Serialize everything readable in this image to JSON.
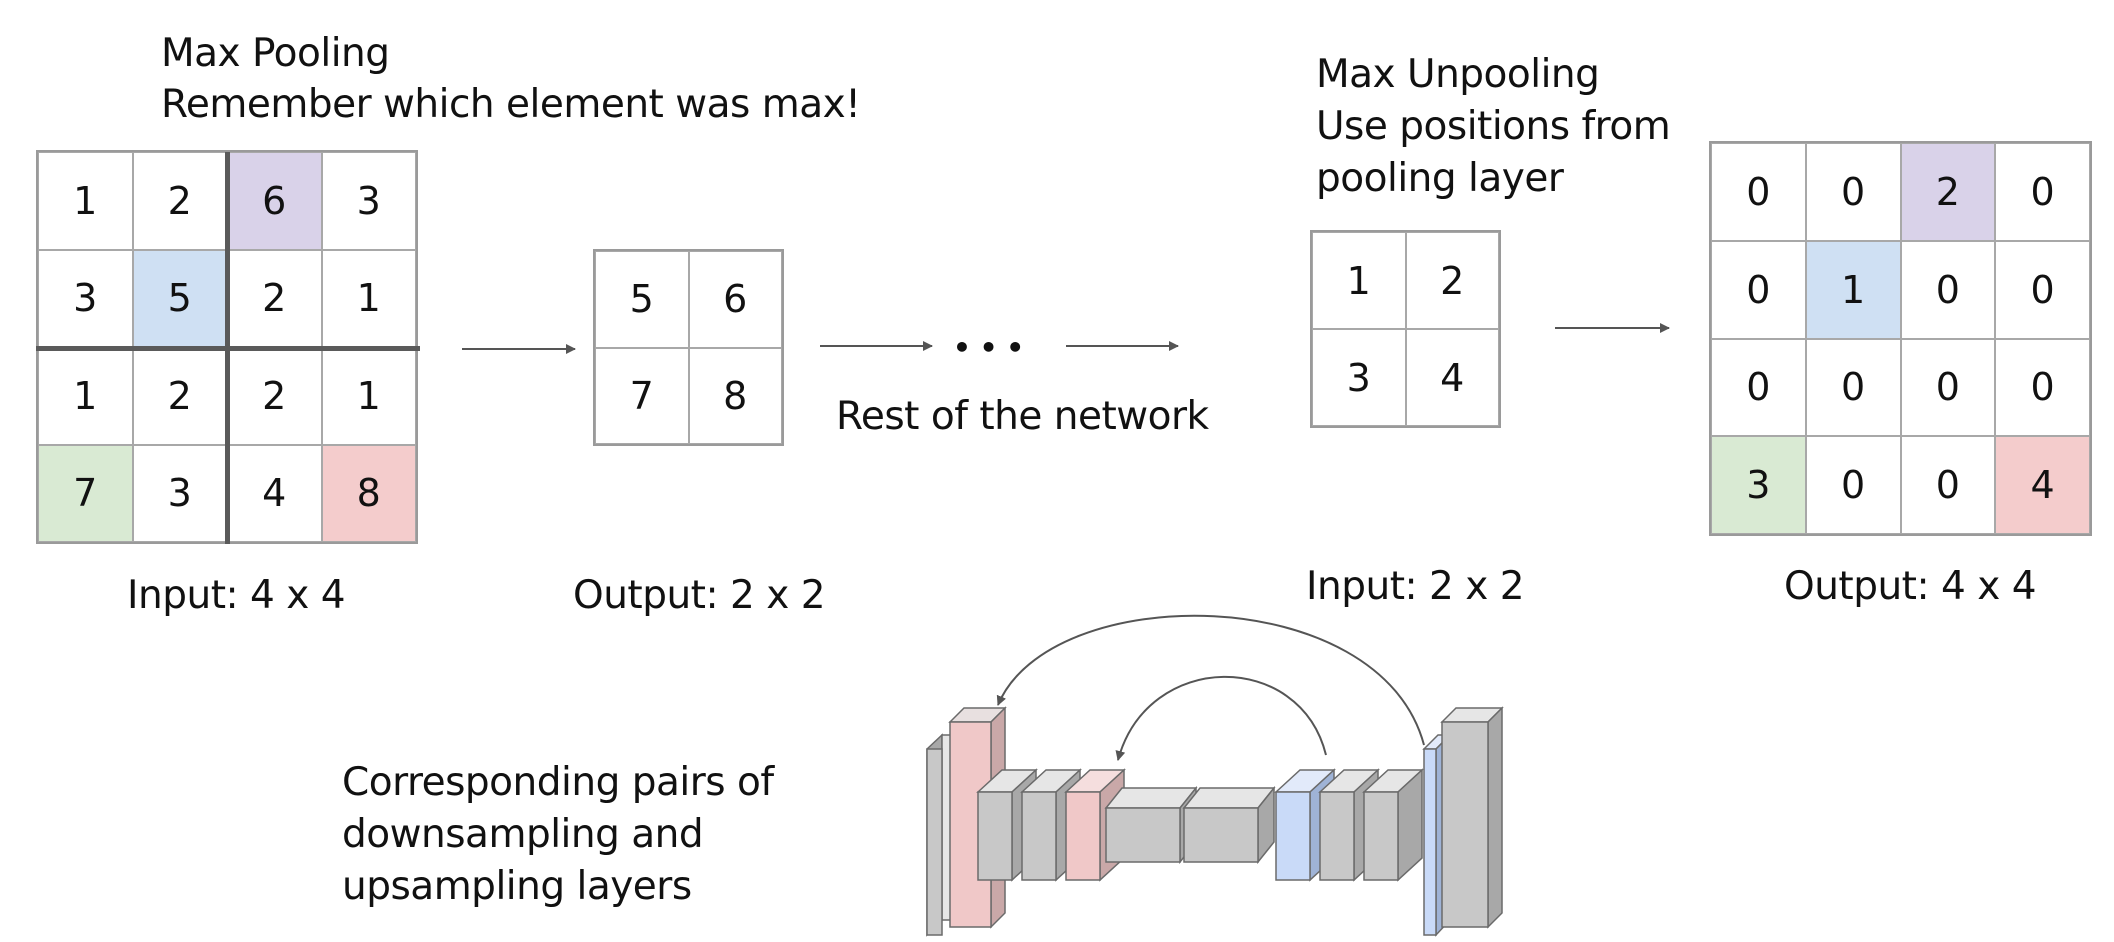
{
  "pooling": {
    "title": "Max Pooling",
    "subtitle": "Remember which element was max!",
    "input_label": "Input: 4 x 4",
    "output_label": "Output: 2 x 2",
    "input_grid": [
      {
        "v": "1",
        "hl": ""
      },
      {
        "v": "2",
        "hl": ""
      },
      {
        "v": "6",
        "hl": "#d9d2e9"
      },
      {
        "v": "3",
        "hl": ""
      },
      {
        "v": "3",
        "hl": ""
      },
      {
        "v": "5",
        "hl": "#cfe0f3"
      },
      {
        "v": "2",
        "hl": ""
      },
      {
        "v": "1",
        "hl": ""
      },
      {
        "v": "1",
        "hl": ""
      },
      {
        "v": "2",
        "hl": ""
      },
      {
        "v": "2",
        "hl": ""
      },
      {
        "v": "1",
        "hl": ""
      },
      {
        "v": "7",
        "hl": "#d9ead3"
      },
      {
        "v": "3",
        "hl": ""
      },
      {
        "v": "4",
        "hl": ""
      },
      {
        "v": "8",
        "hl": "#f4cccc"
      }
    ],
    "output_grid": [
      "5",
      "6",
      "7",
      "8"
    ]
  },
  "network": {
    "ellipsis": "• • •",
    "label": "Rest of the network"
  },
  "unpooling": {
    "title": "Max Unpooling",
    "line2": "Use positions from",
    "line3": "pooling layer",
    "input_label": "Input: 2 x 2",
    "output_label": "Output: 4 x 4",
    "input_grid": [
      "1",
      "2",
      "3",
      "4"
    ],
    "output_grid": [
      {
        "v": "0",
        "hl": ""
      },
      {
        "v": "0",
        "hl": ""
      },
      {
        "v": "2",
        "hl": "#d9d2e9"
      },
      {
        "v": "0",
        "hl": ""
      },
      {
        "v": "0",
        "hl": ""
      },
      {
        "v": "1",
        "hl": "#cfe0f3"
      },
      {
        "v": "0",
        "hl": ""
      },
      {
        "v": "0",
        "hl": ""
      },
      {
        "v": "0",
        "hl": ""
      },
      {
        "v": "0",
        "hl": ""
      },
      {
        "v": "0",
        "hl": ""
      },
      {
        "v": "0",
        "hl": ""
      },
      {
        "v": "3",
        "hl": "#d9ead3"
      },
      {
        "v": "0",
        "hl": ""
      },
      {
        "v": "0",
        "hl": ""
      },
      {
        "v": "4",
        "hl": "#f4cccc"
      }
    ]
  },
  "architecture": {
    "caption_l1": "Corresponding pairs of",
    "caption_l2": "downsampling and",
    "caption_l3": "upsampling layers",
    "colors": {
      "gray": "#c8c8c8",
      "pink": "#f0c8c8",
      "blue": "#c9daf8"
    }
  }
}
